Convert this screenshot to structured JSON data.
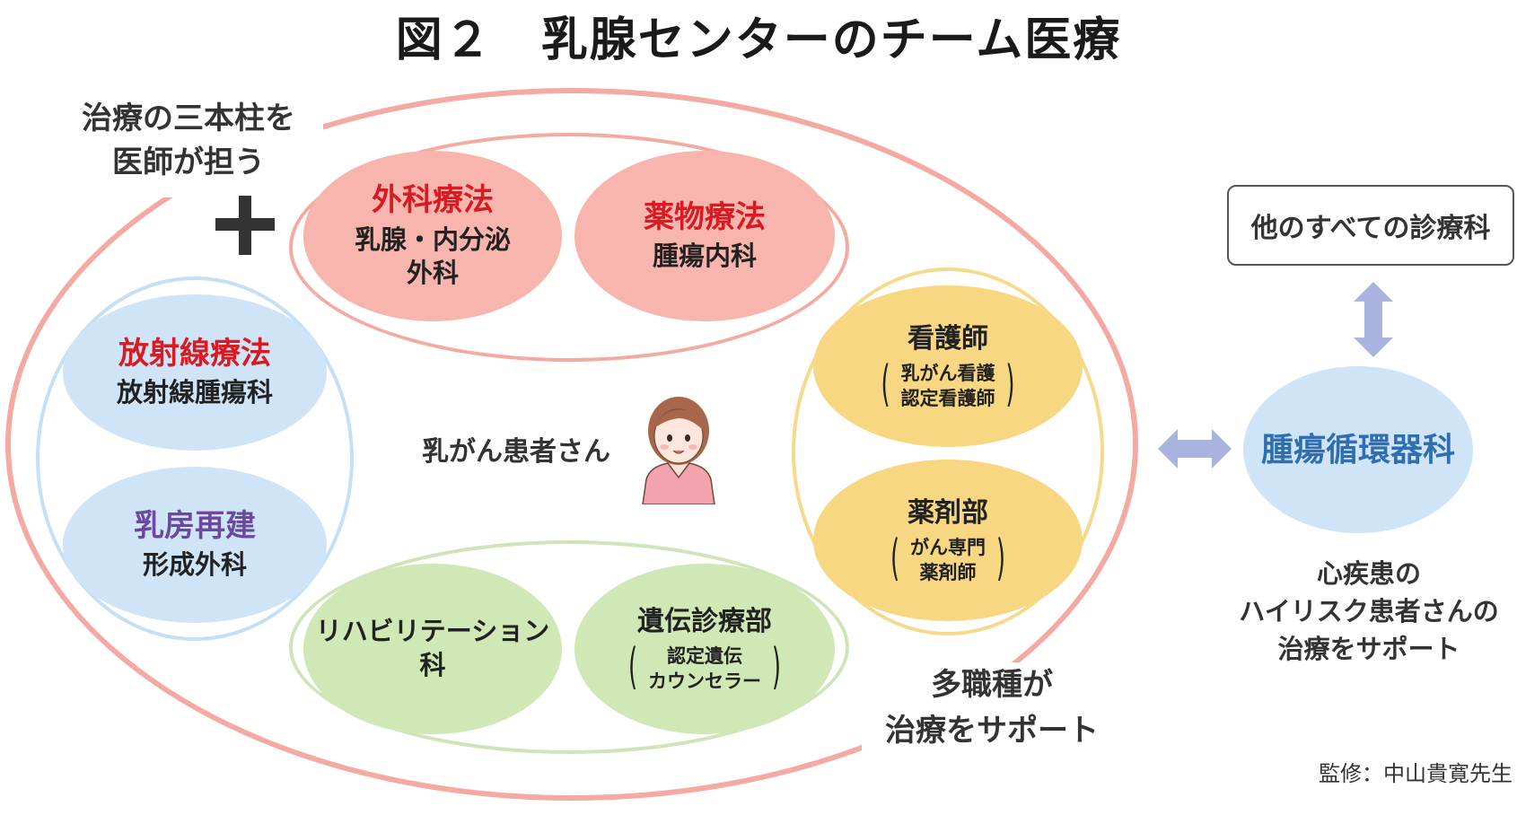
{
  "title": "図２　乳腺センターのチーム医療",
  "labels": {
    "three_pillars": "治療の三本柱を\n医師が担う",
    "patient": "乳がん患者さん",
    "multidisciplinary": "多職種が\n治療をサポート",
    "cardio_support": "心疾患の\nハイリスク患者さんの\n治療をサポート",
    "supervision": "監修：中山貴寛先生"
  },
  "pillars": {
    "surgery": {
      "title": "外科療法",
      "dept": "乳腺・内分泌\n外科"
    },
    "drug": {
      "title": "薬物療法",
      "dept": "腫瘍内科"
    },
    "radiation": {
      "title": "放射線療法",
      "dept": "放射線腫瘍科"
    }
  },
  "reconstruction": {
    "title": "乳房再建",
    "dept": "形成外科"
  },
  "support": {
    "nurse": {
      "title": "看護師",
      "sub": "乳がん看護\n認定看護師"
    },
    "pharmacy": {
      "title": "薬剤部",
      "sub": "がん専門\n薬剤師"
    },
    "rehab": {
      "title": "リハビリテーション\n科"
    },
    "genetics": {
      "title": "遺伝診療部",
      "sub": "認定遺伝\nカウンセラー"
    }
  },
  "external": {
    "all_departments": "他のすべての診療科",
    "cardio_oncology": "腫瘍循環器科"
  },
  "colors": {
    "outer_ring": "#f4aaa2",
    "pink_fill": "#f7b5ad",
    "blue_fill": "#cfe4f7",
    "blue_ring": "#c5dff5",
    "yellow_fill": "#f8d783",
    "yellow_ring": "#f5da8e",
    "green_fill": "#cfe8b6",
    "green_ring": "#cfe4b8",
    "arrow": "#a9b4de",
    "accent_red": "#d81b23",
    "accent_purple": "#6b4a9e"
  },
  "icons": [
    "plus-icon",
    "patient-avatar-icon",
    "double-arrow-icon"
  ]
}
